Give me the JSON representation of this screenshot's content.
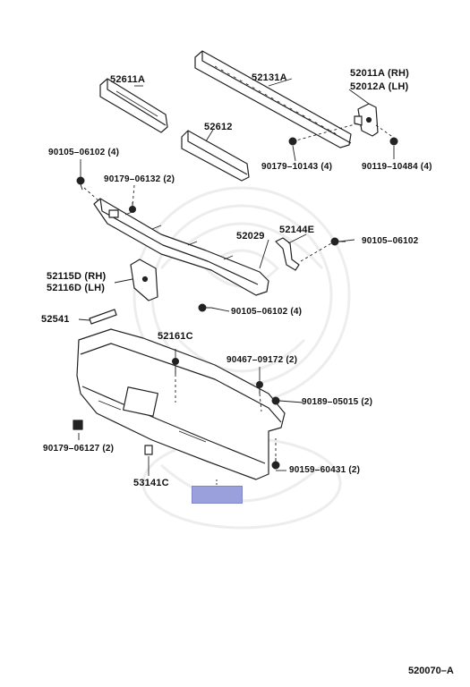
{
  "diagram_code": "520070–A",
  "watermark_icon": "emblem-watermark",
  "highlight_color": "#9aa0dc",
  "parts": {
    "p52611A": "52611A",
    "p52131A": "52131A",
    "p52011A": "52011A (RH)",
    "p52012A": "52012A (LH)",
    "p52612": "52612",
    "p90105_06102_4a": "90105–06102 (4)",
    "p90179_10143": "90179–10143 (4)",
    "p90119_10484": "90119–10484 (4)",
    "p90179_06132": "90179–06132 (2)",
    "p52029": "52029",
    "p52144E": "52144E",
    "p90105_06102": "90105–06102",
    "p52115D": "52115D (RH)",
    "p52116D": "52116D (LH)",
    "p90105_06102_4b": "90105–06102 (4)",
    "p52541": "52541",
    "p52161C": "52161C",
    "p90467_09172": "90467–09172 (2)",
    "p90189_05015": "90189–05015 (2)",
    "p90179_06127": "90179–06127 (2)",
    "p90159_60431": "90159–60431 (2)",
    "p53141C": "53141C"
  }
}
